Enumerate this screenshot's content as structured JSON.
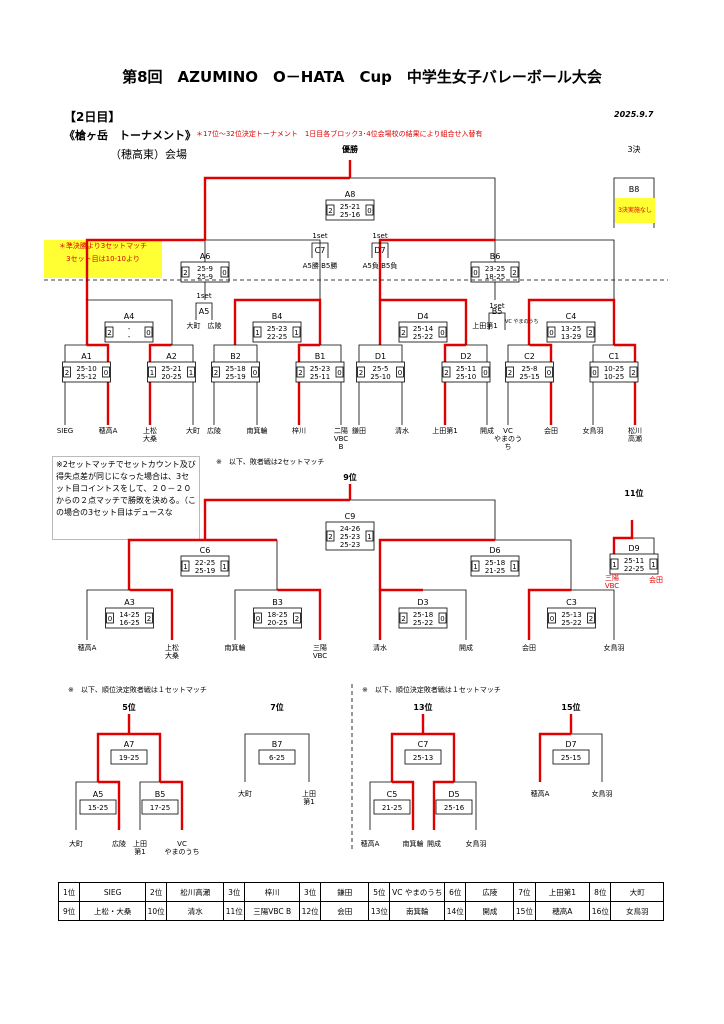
{
  "header": {
    "title": "第8回　AZUMINO　O－HATA　Cup　中学生女子バレーボール大会",
    "day": "【2日目】",
    "date": "2025.9.7",
    "tournament": "《槍ヶ岳　トーナメント》",
    "note": "＊17位～32位決定トーナメント　1日目各ブロック3･4位会場校の結果により組合せ入替有",
    "venue": "（穂高東）会場"
  },
  "bracket_top": {
    "champion_label": "優勝",
    "third_label": "3決",
    "third_match": "B8",
    "third_note": "3決実施なし",
    "semi_note1": "＊準決勝より3セットマッチ",
    "semi_note2": "3セット目は10-10より",
    "onesetA": "1set",
    "onesetB": "1set",
    "onesetC": "1set",
    "onesetD": "1set",
    "c7": "C7",
    "c7_text": "A5勝 B5勝",
    "d7": "D7",
    "d7_text": "A5負 B5負",
    "a5": "A5",
    "a5_text": "大町　広陵",
    "b5": "B5",
    "b5_text": "上田第1",
    "b5_note": "VC やまのうち",
    "matches": {
      "A8": {
        "label": "A8",
        "s1": "2",
        "s2": "0",
        "sets": [
          "25-21",
          "25-16"
        ]
      },
      "A6": {
        "label": "A6",
        "s1": "2",
        "s2": "0",
        "sets": [
          "25-9",
          "25-9"
        ]
      },
      "B6": {
        "label": "B6",
        "s1": "0",
        "s2": "2",
        "sets": [
          "23-25",
          "18-25"
        ]
      },
      "A4": {
        "label": "A4",
        "s1": "2",
        "s2": "0",
        "sets": [
          "-",
          "-"
        ]
      },
      "B4": {
        "label": "B4",
        "s1": "1",
        "s2": "1",
        "sets": [
          "25-23",
          "22-25"
        ]
      },
      "D4": {
        "label": "D4",
        "s1": "2",
        "s2": "0",
        "sets": [
          "25-14",
          "25-22"
        ]
      },
      "C4": {
        "label": "C4",
        "s1": "0",
        "s2": "2",
        "sets": [
          "13-25",
          "13-29"
        ]
      },
      "A1": {
        "label": "A1",
        "s1": "2",
        "s2": "0",
        "sets": [
          "25-10",
          "25-12"
        ]
      },
      "A2": {
        "label": "A2",
        "s1": "1",
        "s2": "1",
        "sets": [
          "25-21",
          "20-25"
        ]
      },
      "B2": {
        "label": "B2",
        "s1": "2",
        "s2": "0",
        "sets": [
          "25-18",
          "25-19"
        ]
      },
      "B1": {
        "label": "B1",
        "s1": "2",
        "s2": "0",
        "sets": [
          "25-23",
          "25-11"
        ]
      },
      "D1": {
        "label": "D1",
        "s1": "2",
        "s2": "0",
        "sets": [
          "25-5",
          "25-10"
        ]
      },
      "D2": {
        "label": "D2",
        "s1": "2",
        "s2": "0",
        "sets": [
          "25-11",
          "25-10"
        ]
      },
      "C2": {
        "label": "C2",
        "s1": "2",
        "s2": "0",
        "sets": [
          "25-8",
          "25-15"
        ]
      },
      "C1": {
        "label": "C1",
        "s1": "0",
        "s2": "2",
        "sets": [
          "10-25",
          "10-25"
        ]
      }
    },
    "teams": [
      "SIEG",
      "穂高A",
      "上松\n大桑",
      "大町",
      "広陵",
      "南箕輪",
      "梓川",
      "二陽\nVBC\nB",
      "鎌田",
      "清水",
      "上田第1",
      "開成",
      "VC\nやまのう\nち",
      "会田",
      "女鳥羽",
      "松川\n高瀬"
    ]
  },
  "bracket_mid": {
    "note": "※　以下、敗者戦は2セットマッチ",
    "rule": "※2セットマッチでセットカウント及び得失点差が同じになった場合は、3セット目コイントスをして、２０－２０からの２点マッチで勝敗を決める。（この場合の3セット目はデュースな",
    "place9": "9位",
    "place11": "11位",
    "C9": {
      "label": "C9",
      "s1": "2",
      "s2": "1",
      "sets": [
        "24-26",
        "25-23",
        "25-23"
      ]
    },
    "C6": {
      "label": "C6",
      "s1": "1",
      "s2": "1",
      "sets": [
        "22-25",
        "25-19"
      ]
    },
    "D6": {
      "label": "D6",
      "s1": "1",
      "s2": "1",
      "sets": [
        "25-18",
        "21-25"
      ]
    },
    "A3": {
      "label": "A3",
      "s1": "0",
      "s2": "2",
      "sets": [
        "14-25",
        "16-25"
      ]
    },
    "B3": {
      "label": "B3",
      "s1": "0",
      "s2": "2",
      "sets": [
        "18-25",
        "20-25"
      ]
    },
    "D3": {
      "label": "D3",
      "s1": "2",
      "s2": "0",
      "sets": [
        "25-18",
        "25-22"
      ]
    },
    "C3": {
      "label": "C3",
      "s1": "0",
      "s2": "2",
      "sets": [
        "25-13",
        "25-22"
      ]
    },
    "D9": {
      "label": "D9",
      "s1": "1",
      "s2": "1",
      "sets": [
        "25-11",
        "22-25"
      ]
    },
    "teams": [
      "穂高A",
      "上松\n大桑",
      "南箕輪",
      "三陽\nVBC",
      "清水",
      "開成",
      "会田",
      "女鳥羽"
    ],
    "d9_teams": [
      "三陽\nVBC",
      "会田"
    ]
  },
  "bracket_low": {
    "noteL": "※　以下、順位決定敗者戦は１セットマッチ",
    "noteR": "※　以下、順位決定敗者戦は１セットマッチ",
    "place5": "5位",
    "place7": "7位",
    "place13": "13位",
    "place15": "15位",
    "A7": {
      "label": "A7",
      "score": "19-25"
    },
    "B7": {
      "label": "B7",
      "score": "6-25"
    },
    "A5": {
      "label": "A5",
      "score": "15-25"
    },
    "B5": {
      "label": "B5",
      "score": "17-25"
    },
    "C7": {
      "label": "C7",
      "score": "25-13"
    },
    "D7": {
      "label": "D7",
      "score": "25-15"
    },
    "C5": {
      "label": "C5",
      "score": "21-25"
    },
    "D5": {
      "label": "D5",
      "score": "25-16"
    },
    "teams5": [
      "大町",
      "広陵",
      "上田\n第1",
      "VC\nやまのうち"
    ],
    "teams7": [
      "大町",
      "上田\n第1"
    ],
    "teams13": [
      "穂高A",
      "南箕輪",
      "開成",
      "女鳥羽"
    ],
    "teams15": [
      "穂高A",
      "女鳥羽"
    ]
  },
  "results": [
    [
      [
        "1位",
        "SIEG"
      ],
      [
        "2位",
        "松川高瀬"
      ],
      [
        "3位",
        "梓川"
      ],
      [
        "3位",
        "鎌田"
      ],
      [
        "5位",
        "VC やまのうち"
      ],
      [
        "6位",
        "広陵"
      ],
      [
        "7位",
        "上田第1"
      ],
      [
        "8位",
        "大町"
      ]
    ],
    [
      [
        "9位",
        "上松・大桑"
      ],
      [
        "10位",
        "清水"
      ],
      [
        "11位",
        "三陽VBC B"
      ],
      [
        "12位",
        "会田"
      ],
      [
        "13位",
        "南箕輪"
      ],
      [
        "14位",
        "開成"
      ],
      [
        "15位",
        "穂高A"
      ],
      [
        "16位",
        "女鳥羽"
      ]
    ]
  ],
  "colors": {
    "win": "#e00000",
    "line": "#000000",
    "yellow": "#ffff33",
    "note": "#dd0000"
  }
}
